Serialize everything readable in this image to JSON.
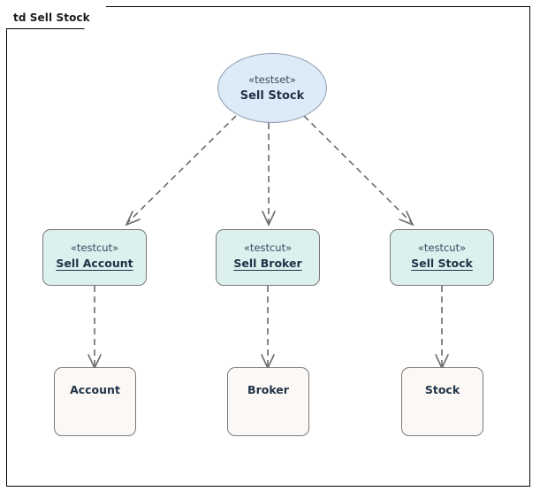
{
  "frame": {
    "label": "td Sell Stock"
  },
  "nodes": {
    "testset": {
      "stereotype": "«testset»",
      "name": "Sell Stock",
      "fill": "#ddeaf7",
      "stroke": "#8c9bb0"
    },
    "testcuts": [
      {
        "stereotype": "«testcut»",
        "name": "Sell Account",
        "fill": "#dcf0ee",
        "stroke": "#7a7a7a"
      },
      {
        "stereotype": "«testcut»",
        "name": "Sell Broker",
        "fill": "#dcf0ee",
        "stroke": "#7a7a7a"
      },
      {
        "stereotype": "«testcut»",
        "name": "Sell Stock",
        "fill": "#dcf0ee",
        "stroke": "#7a7a7a"
      }
    ],
    "classes": [
      {
        "name": "Account",
        "fill": "#fcf8f5",
        "stroke": "#7a7a7a"
      },
      {
        "name": "Broker",
        "fill": "#fcf8f5",
        "stroke": "#7a7a7a"
      },
      {
        "name": "Stock",
        "fill": "#fcf8f5",
        "stroke": "#7a7a7a"
      }
    ]
  },
  "connectors": {
    "style": "dashed",
    "arrowhead": "open",
    "color": "#6b6b6b",
    "edges": [
      {
        "from": "Sell Stock",
        "to": "Sell Account"
      },
      {
        "from": "Sell Stock",
        "to": "Sell Broker"
      },
      {
        "from": "Sell Stock",
        "to": "Sell Stock (testcut)"
      },
      {
        "from": "Sell Account",
        "to": "Account"
      },
      {
        "from": "Sell Broker",
        "to": "Broker"
      },
      {
        "from": "Sell Stock (testcut)",
        "to": "Stock"
      }
    ]
  },
  "colors": {
    "frame_border": "#000000",
    "canvas": "#ffffff",
    "testset_fill": "#ddeaf7",
    "testcut_fill": "#dcf0ee",
    "class_fill": "#fcf8f5",
    "connector": "#6b6b6b",
    "text": "#1f3247"
  }
}
